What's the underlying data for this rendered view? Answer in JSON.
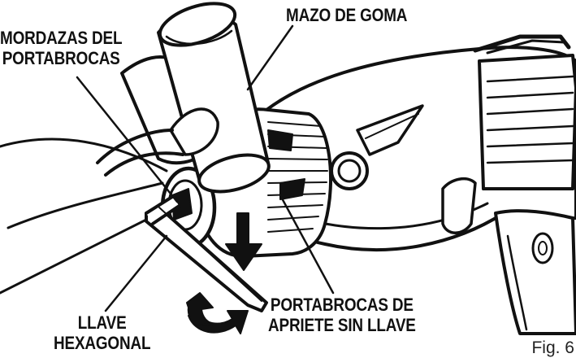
{
  "callouts": {
    "mallet": {
      "lines": [
        "MAZO DE GOMA"
      ]
    },
    "chuck_jaws": {
      "lines": [
        "MORDAZAS DEL",
        "PORTABROCAS"
      ]
    },
    "keyless_chuck": {
      "lines": [
        "PORTABROCAS DE",
        "APRIETE SIN LLAVE"
      ]
    },
    "hex_key": {
      "lines": [
        "LLAVE",
        "HEXAGONAL"
      ]
    }
  },
  "figure_label": "Fig. 6"
}
